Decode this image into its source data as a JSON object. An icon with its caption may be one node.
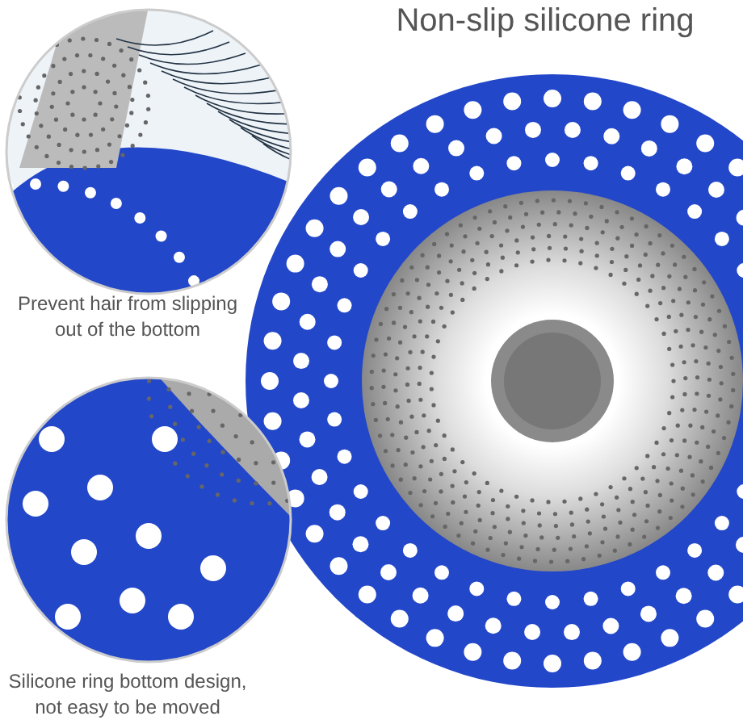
{
  "diagram": {
    "title": "Non-slip silicone ring",
    "labels": [
      "Prevent hair from slipping out of the bottom",
      "Silicone ring bottom design, not easy to be moved"
    ]
  }
}
